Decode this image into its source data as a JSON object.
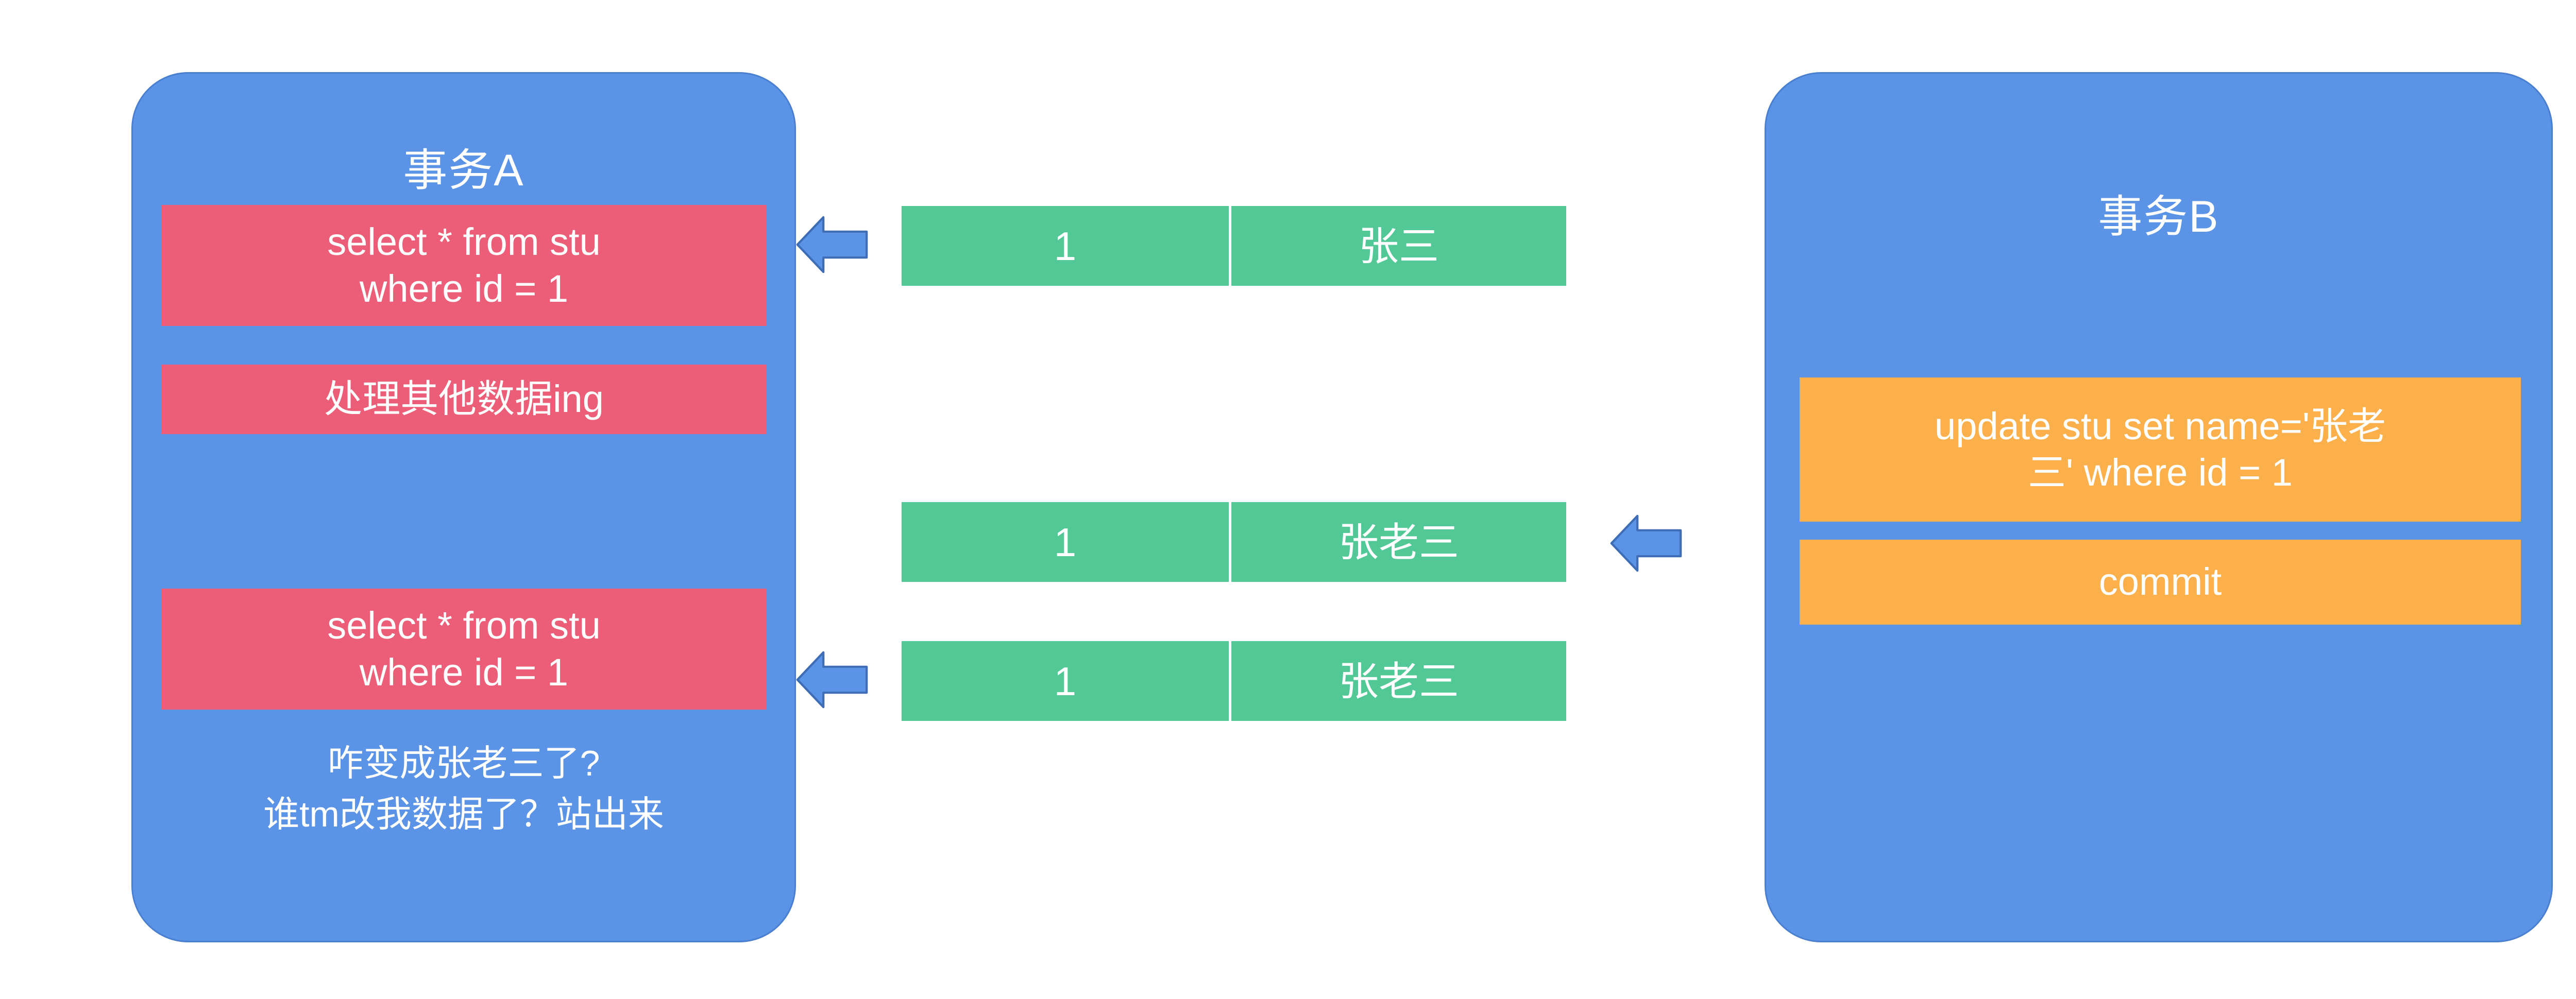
{
  "diagram": {
    "title": "Database transaction non-repeatable read illustration",
    "colors": {
      "blue": "#5B93E6",
      "blue_border": "#4A7FD0",
      "red": "#EC5E78",
      "orange": "#FBB04C",
      "green": "#52C896",
      "text": "#FFFFFF",
      "background": "#FFFFFF"
    }
  },
  "transaction_a": {
    "title": "事务A",
    "statements": [
      {
        "id": "a1",
        "text": "select * from stu\nwhere id = 1",
        "line1": "select * from stu",
        "line2": "where id = 1",
        "color": "red"
      },
      {
        "id": "a2",
        "text": "处理其他数据ing",
        "color": "red"
      },
      {
        "id": "a3",
        "text": "select * from stu\nwhere id = 1",
        "line1": "select * from stu",
        "line2": "where id = 1",
        "color": "red"
      }
    ],
    "note": {
      "line1": "咋变成张老三了?",
      "line2": "谁tm改我数据了？站出来"
    }
  },
  "transaction_b": {
    "title": "事务B",
    "statements": [
      {
        "id": "b1",
        "text": "update stu set name='张老三' where id = 1",
        "line1": "update stu set name='张老",
        "line2": "三' where id = 1",
        "color": "orange"
      },
      {
        "id": "b2",
        "text": "commit",
        "color": "orange"
      }
    ]
  },
  "result_rows": [
    {
      "id": "row-1",
      "columns": [
        "1",
        "张三"
      ]
    },
    {
      "id": "row-2",
      "columns": [
        "1",
        "张老三"
      ]
    },
    {
      "id": "row-3",
      "columns": [
        "1",
        "张老三"
      ]
    }
  ],
  "arrows": [
    {
      "id": "arrow-a1",
      "direction": "left",
      "name": "arrow-to-transaction-a-first-select"
    },
    {
      "id": "arrow-a3",
      "direction": "left",
      "name": "arrow-to-transaction-a-second-select"
    },
    {
      "id": "arrow-b1",
      "direction": "left",
      "name": "arrow-from-transaction-b-update"
    }
  ]
}
